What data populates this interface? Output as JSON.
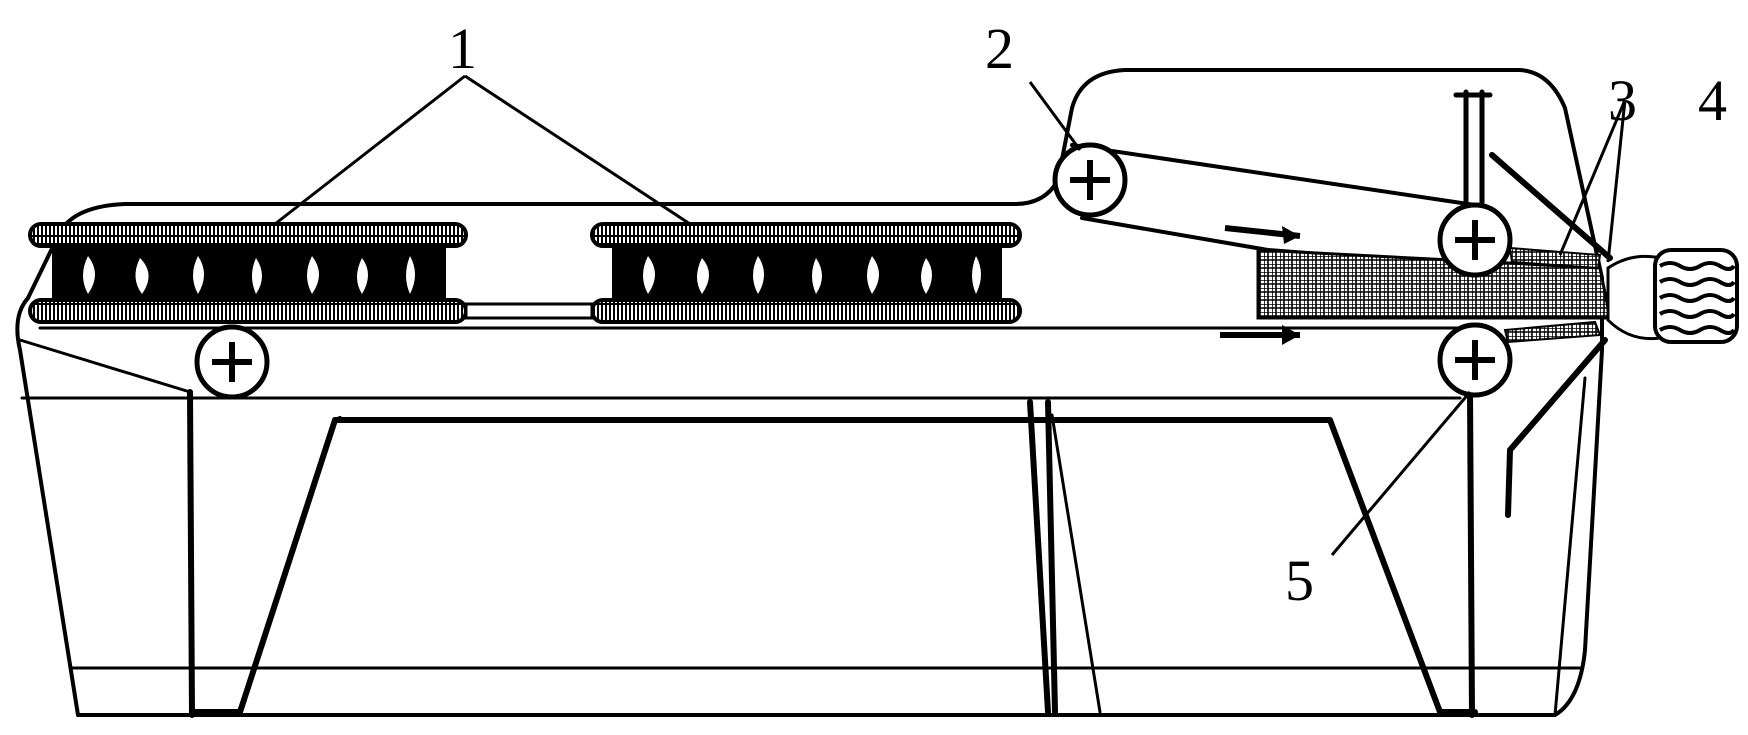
{
  "colors": {
    "ink": "#000000",
    "paper": "#ffffff"
  },
  "labels": {
    "l1": "1",
    "l2": "2",
    "l3": "3",
    "l4": "4",
    "l5": "5"
  },
  "icons": {
    "roller": "plus-in-circle-icon",
    "arrow": "right-arrow-icon"
  }
}
